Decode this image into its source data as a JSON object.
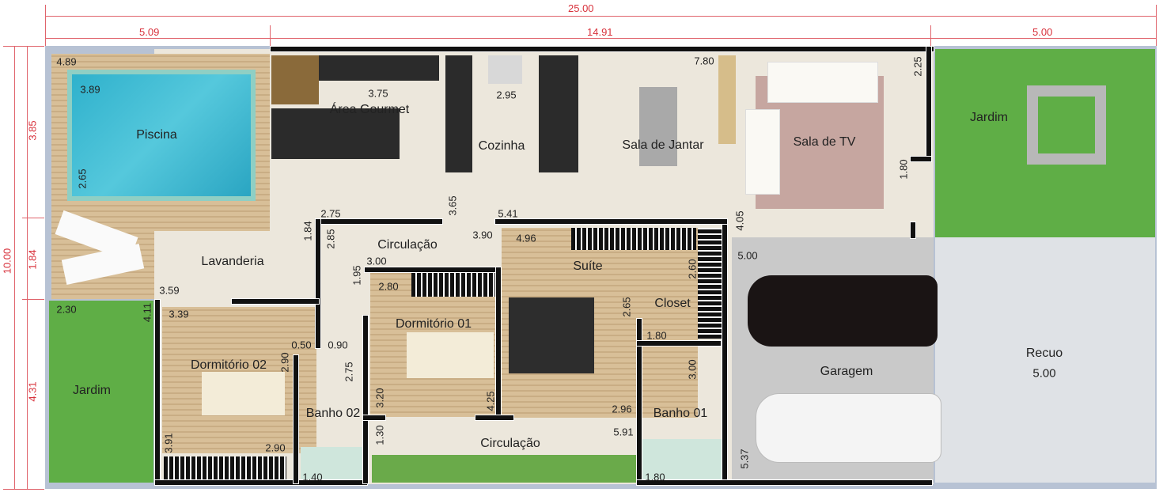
{
  "dimensions": {
    "total_width": "25.00",
    "width_left": "5.09",
    "width_middle": "14.91",
    "width_right": "5.00",
    "total_depth": "10.00",
    "depth_top": "3.85",
    "depth_middle": "1.84",
    "depth_bottom": "4.31"
  },
  "rooms": {
    "piscina": "Piscina",
    "area_gourmet": "Área Gourmet",
    "cozinha": "Cozinha",
    "sala_jantar": "Sala de Jantar",
    "sala_tv": "Sala de TV",
    "jardim_front": "Jardim",
    "circulacao_top": "Circulação",
    "lavanderia": "Lavanderia",
    "suite": "Suíte",
    "closet": "Closet",
    "dormitorio_01": "Dormitório 01",
    "dormitorio_02": "Dormitório 02",
    "garagem": "Garagem",
    "recuo": "Recuo",
    "recuo_depth": "5.00",
    "jardim_back": "Jardim",
    "banho_02": "Banho 02",
    "banho_01": "Banho 01",
    "circulacao_bottom": "Circulação"
  },
  "measurements": [
    "4.89",
    "3.89",
    "2.65",
    "3.75",
    "2.95",
    "7.80",
    "2.25",
    "1.80",
    "4.05",
    "3.65",
    "2.75",
    "5.41",
    "1.84",
    "2.85",
    "3.90",
    "4.96",
    "5.00",
    "2.60",
    "3.00",
    "1.95",
    "2.80",
    "3.59",
    "2.30",
    "4.11",
    "3.39",
    "2.65",
    "1.80",
    "0.50",
    "0.90",
    "2.90",
    "2.75",
    "3.00",
    "3.20",
    "4.25",
    "2.96",
    "5.91",
    "1.30",
    "3.91",
    "2.90",
    "1.40",
    "1.80",
    "5.37"
  ]
}
